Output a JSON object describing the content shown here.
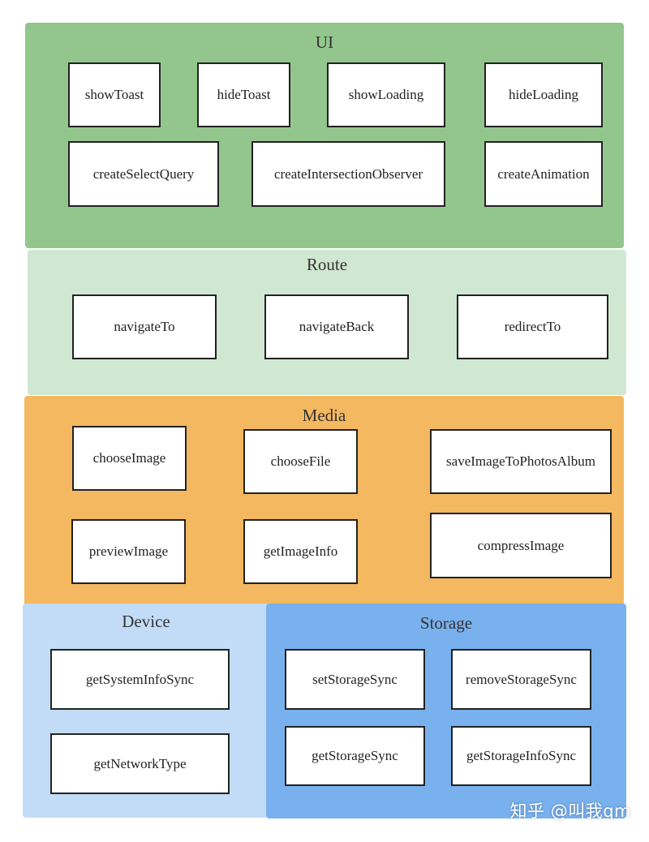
{
  "colors": {
    "ui": "#93c68c",
    "route": "#d0e7d1",
    "media": "#f3b860",
    "device": "#c2dcf7",
    "storage": "#79b1ee"
  },
  "groups": {
    "ui": {
      "title": "UI",
      "items": [
        "showToast",
        "hideToast",
        "showLoading",
        "hideLoading",
        "createSelectQuery",
        "createIntersectionObserver",
        "createAnimation"
      ]
    },
    "route": {
      "title": "Route",
      "items": [
        "navigateTo",
        "navigateBack",
        "redirectTo"
      ]
    },
    "media": {
      "title": "Media",
      "items": [
        "chooseImage",
        "chooseFile",
        "saveImageToPhotosAlbum",
        "previewImage",
        "getImageInfo",
        "compressImage"
      ]
    },
    "device": {
      "title": "Device",
      "items": [
        "getSystemInfoSync",
        "getNetworkType"
      ]
    },
    "storage": {
      "title": "Storage",
      "items": [
        "setStorageSync",
        "removeStorageSync",
        "getStorageSync",
        "getStorageInfoSync"
      ]
    }
  },
  "watermark": "知乎 @叫我qm"
}
